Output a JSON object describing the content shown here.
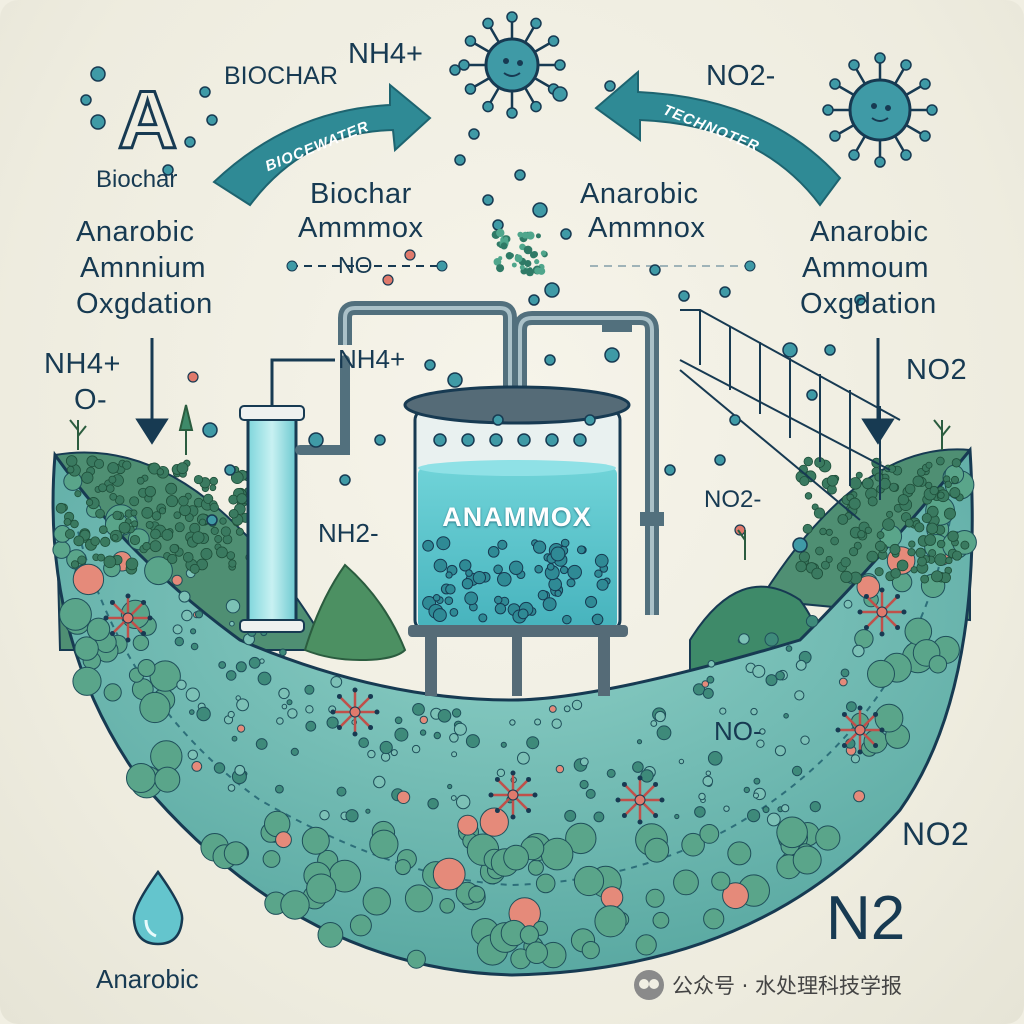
{
  "labels": {
    "big_a": "A",
    "biochar_top": "BIOCHAR",
    "biochar_small": "Biochar",
    "nh4_top": "NH4+",
    "no2_top": "NO2-",
    "left_process": [
      "Anarobic",
      "Amnnium",
      "Oxgdation"
    ],
    "right_process": [
      "Anarobic",
      "Ammoum",
      "Oxgdation"
    ],
    "mid_left": [
      "Biochar",
      "Ammmox"
    ],
    "mid_right": [
      "Anarobic",
      "Ammnox"
    ],
    "no_left_line": "NO",
    "nh4_left": "NH4+",
    "o_left": "O-",
    "nh4_pipe": "NH4+",
    "nh2": "NH2-",
    "no2_right_top": "NO2",
    "no2_right_mid": "NO2-",
    "no_lower": "NO-",
    "no2_lower": "NO2",
    "n2_big": "N2",
    "anarobic_bottom": "Anarobic",
    "tank_label": "ANAMMOX",
    "banner_left": "BIOCEWATER",
    "banner_right": "TECHNOTER"
  },
  "watermark": {
    "text": "公众号 · 水处理科技学报",
    "icon": "wechat-icon"
  },
  "colors": {
    "ink": "#173a52",
    "teal": "#3f9aa6",
    "water": "#5cc6cf",
    "green": "#3e8a69",
    "pink": "#e07a6c"
  }
}
